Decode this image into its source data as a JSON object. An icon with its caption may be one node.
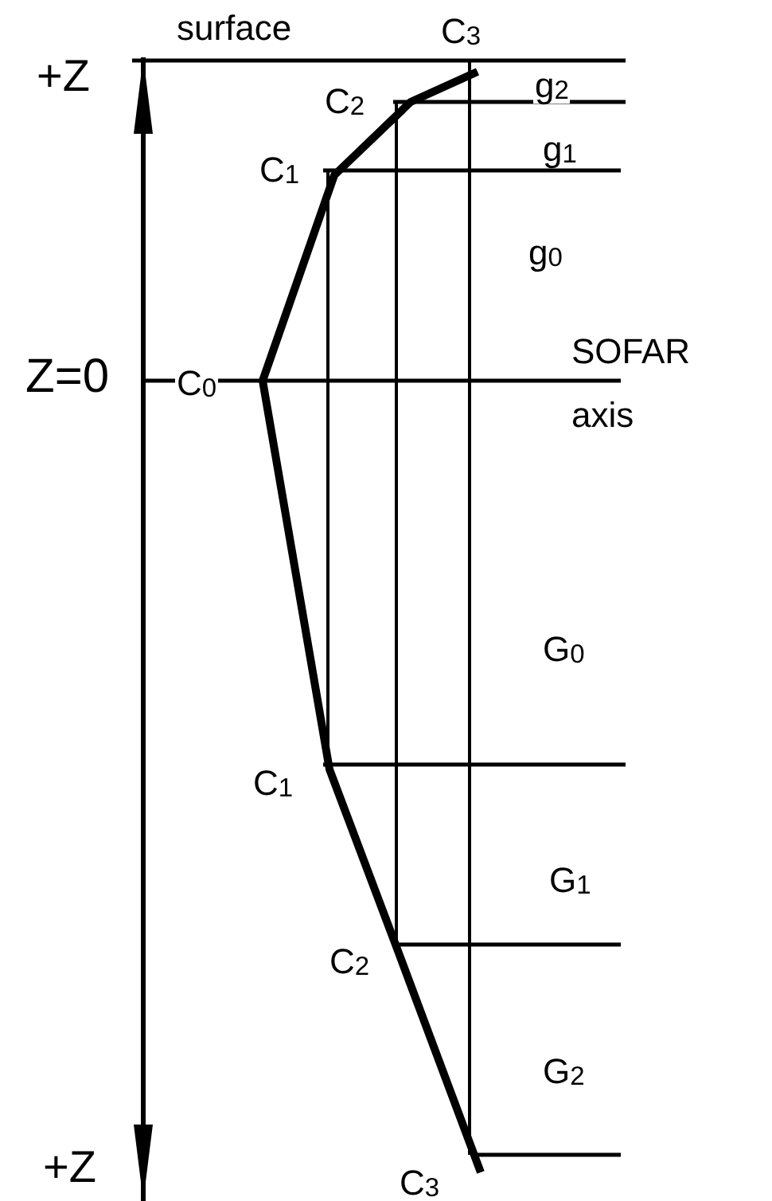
{
  "diagram": {
    "labels": [
      "surface",
      "C$_{3}$",
      "+Z",
      "C$_{2}$",
      "g$_{2}$",
      "g$_{1}$",
      "C$_{1}$",
      "g$_{0}$",
      "Z=0",
      "C$_{0}$",
      "SOFAR axis",
      "G$_{0}$",
      "C$_{1}$",
      "G$_{1}$",
      "C$_{2}$",
      "G$_{2}$",
      "+Z",
      "C$_{3}$"
    ]
  }
}
